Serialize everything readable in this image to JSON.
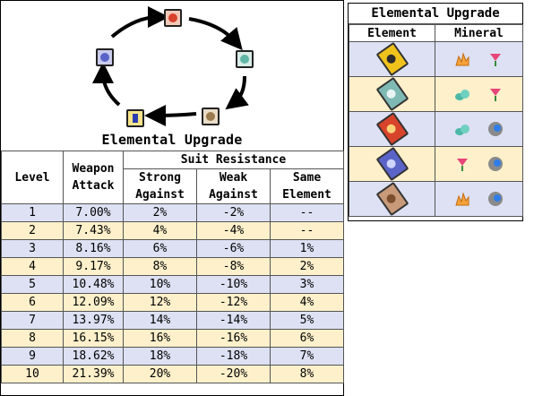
{
  "cycle": {
    "title": "Elemental Upgrade",
    "elements": [
      "fire",
      "wind",
      "earth",
      "lightning",
      "water"
    ]
  },
  "stats": {
    "headers": {
      "level": "Level",
      "weapon_attack_1": "Weapon",
      "weapon_attack_2": "Attack",
      "suit_resistance": "Suit Resistance",
      "strong_1": "Strong",
      "strong_2": "Against",
      "weak_1": "Weak",
      "weak_2": "Against",
      "same_1": "Same",
      "same_2": "Element"
    },
    "rows": [
      {
        "level": "1",
        "attack": "7.00%",
        "strong": "2%",
        "weak": "-2%",
        "same": "--"
      },
      {
        "level": "2",
        "attack": "7.43%",
        "strong": "4%",
        "weak": "-4%",
        "same": "--"
      },
      {
        "level": "3",
        "attack": "8.16%",
        "strong": "6%",
        "weak": "-6%",
        "same": "1%"
      },
      {
        "level": "4",
        "attack": "9.17%",
        "strong": "8%",
        "weak": "-8%",
        "same": "2%"
      },
      {
        "level": "5",
        "attack": "10.48%",
        "strong": "10%",
        "weak": "-10%",
        "same": "3%"
      },
      {
        "level": "6",
        "attack": "12.09%",
        "strong": "12%",
        "weak": "-12%",
        "same": "4%"
      },
      {
        "level": "7",
        "attack": "13.97%",
        "strong": "14%",
        "weak": "-14%",
        "same": "5%"
      },
      {
        "level": "8",
        "attack": "16.15%",
        "strong": "16%",
        "weak": "-16%",
        "same": "6%"
      },
      {
        "level": "9",
        "attack": "18.62%",
        "strong": "18%",
        "weak": "-18%",
        "same": "7%"
      },
      {
        "level": "10",
        "attack": "21.39%",
        "strong": "20%",
        "weak": "-20%",
        "same": "8%"
      }
    ]
  },
  "minerals": {
    "title": "Elemental Upgrade",
    "col_element": "Element",
    "col_mineral": "Mineral",
    "rows": [
      {
        "element": "lightning-card-icon",
        "minerals": [
          "orange-crystal-icon",
          "pink-flower-icon"
        ]
      },
      {
        "element": "wind-card-icon",
        "minerals": [
          "teal-ore-icon",
          "pink-flower-icon"
        ]
      },
      {
        "element": "fire-card-icon",
        "minerals": [
          "teal-ore-icon",
          "blue-gem-rock-icon"
        ]
      },
      {
        "element": "water-card-icon",
        "minerals": [
          "pink-flower-icon",
          "blue-gem-rock-icon"
        ]
      },
      {
        "element": "earth-card-icon",
        "minerals": [
          "orange-crystal-icon",
          "blue-gem-rock-icon"
        ]
      }
    ]
  },
  "colors": {
    "row_blue": "#dde1f3",
    "row_yellow": "#fdf0cb",
    "fire": "#d8432b",
    "wind": "#5fb6a5",
    "earth": "#9b7a4e",
    "lightning": "#f0c21c",
    "water": "#5a64c8"
  }
}
